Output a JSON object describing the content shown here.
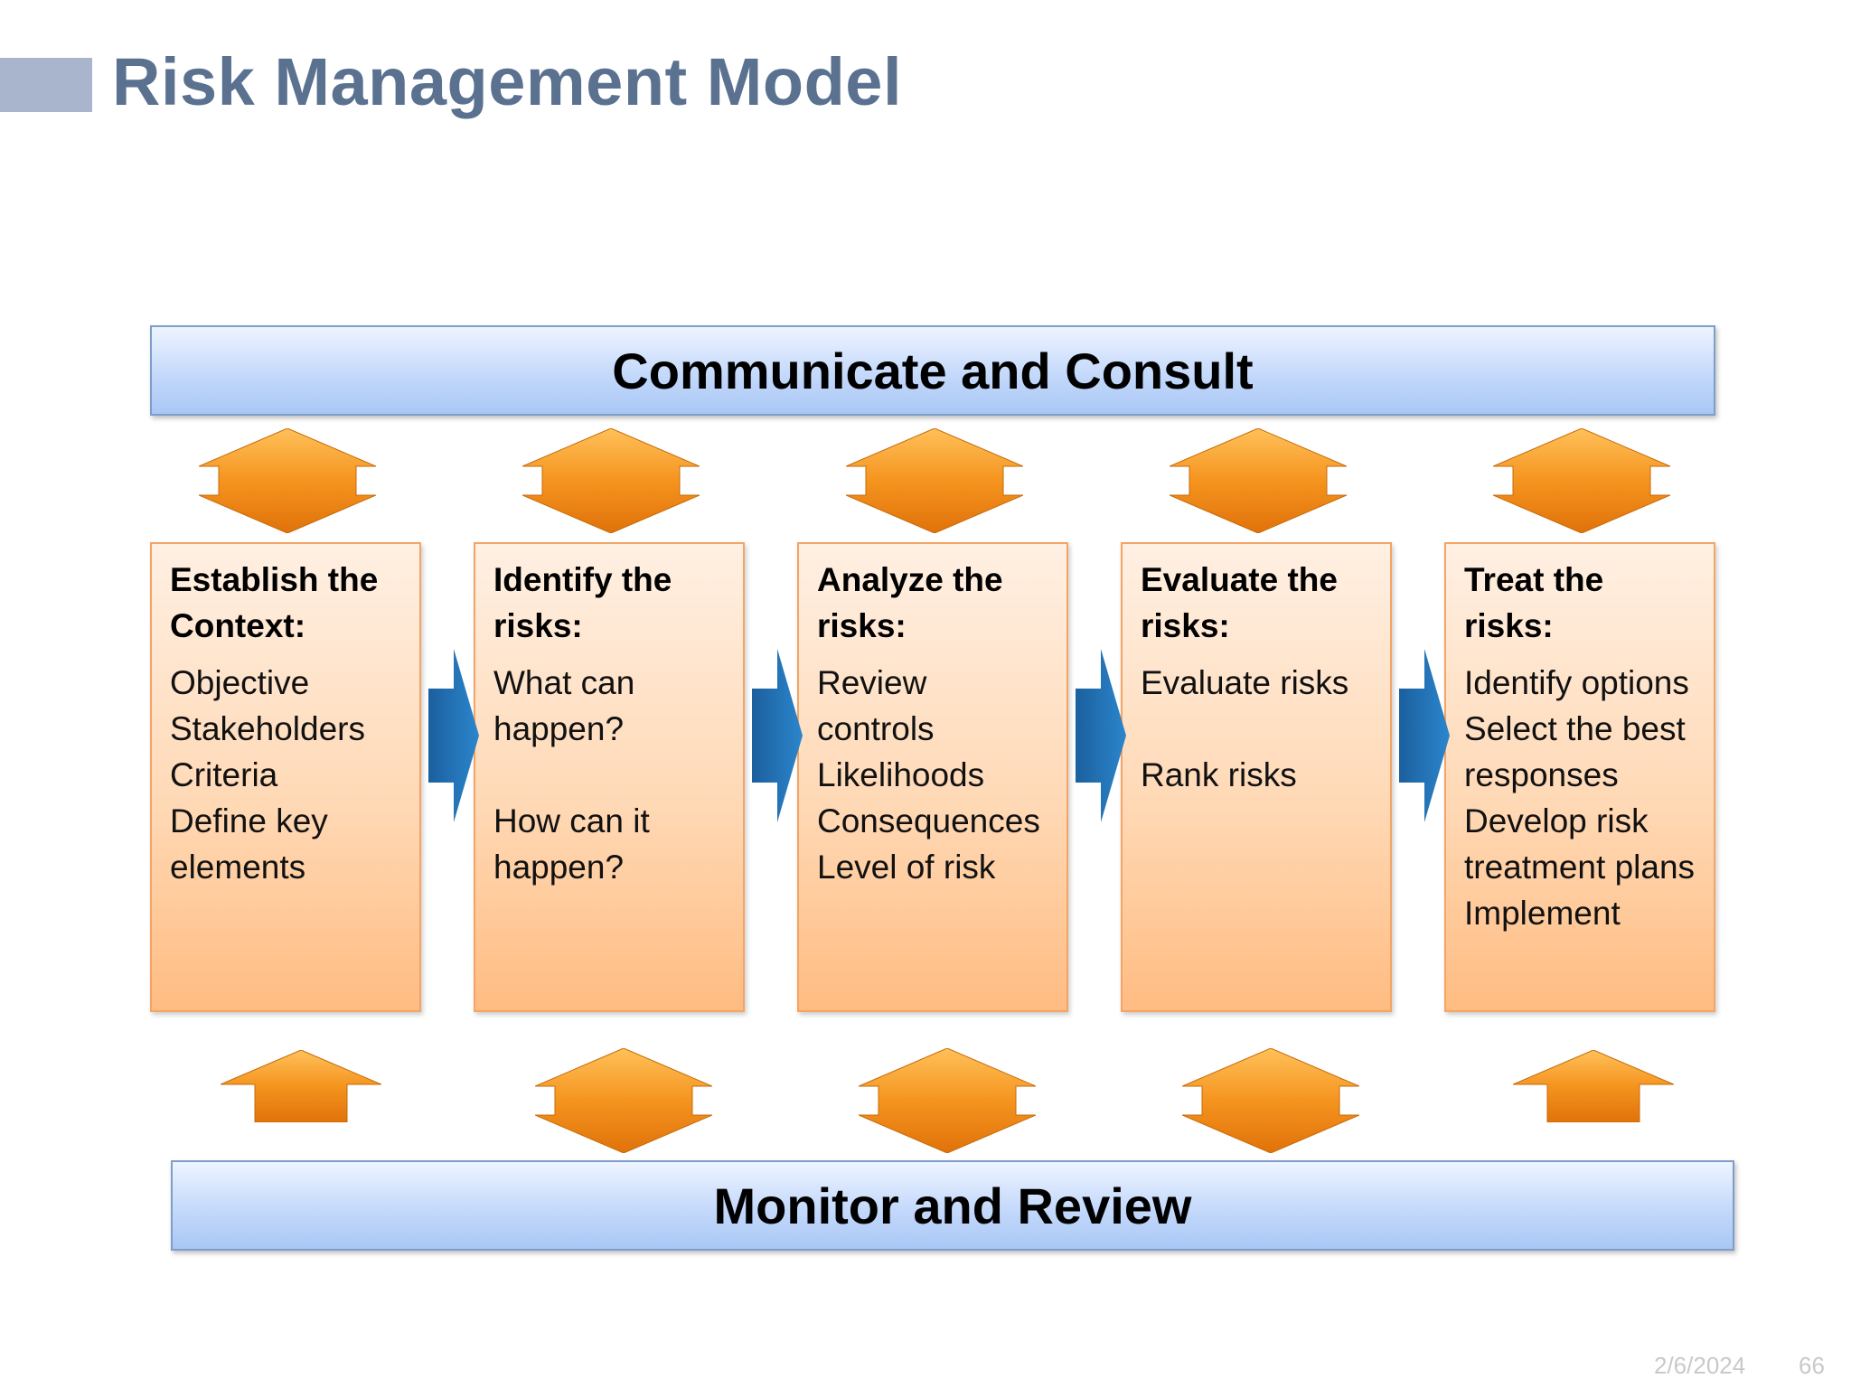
{
  "title": "Risk Management Model",
  "top_banner": "Communicate and Consult",
  "bottom_banner": "Monitor and Review",
  "steps": [
    {
      "heading": "Establish the Context:",
      "body": "Objective\nStakeholders\nCriteria\nDefine key elements"
    },
    {
      "heading": "Identify the risks:",
      "body": "What can happen?\n\nHow can it happen?"
    },
    {
      "heading": "Analyze the risks:",
      "body": "Review controls\nLikelihoods\nConsequences\nLevel of risk"
    },
    {
      "heading": "Evaluate the risks:",
      "body": "Evaluate risks\n\nRank risks"
    },
    {
      "heading": "Treat the risks:",
      "body": "Identify options\nSelect the best responses\nDevelop risk treatment plans\nImplement"
    }
  ],
  "footer": {
    "date": "2/6/2024",
    "page": "66"
  },
  "colors": {
    "title": "#5a7190",
    "banner": "#c4d9fb",
    "box": "#ffd9b6",
    "orange_arrow": "#f29020",
    "blue_arrow": "#1f6fb2"
  },
  "icons": {
    "double_arrow": "up-down-arrow-icon",
    "up_arrow": "up-arrow-icon",
    "right_arrow": "right-chevron-arrow-icon"
  }
}
